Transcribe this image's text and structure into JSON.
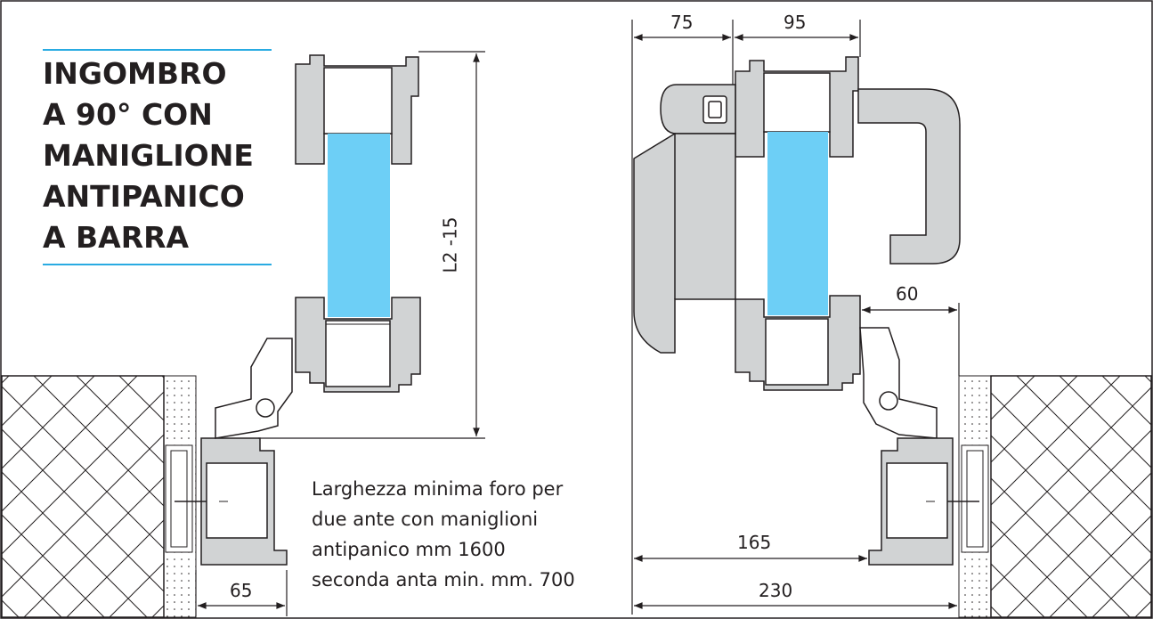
{
  "title": {
    "lines": [
      "INGOMBRO",
      "A 90° CON",
      "MANIGLIONE",
      "ANTIPANICO",
      "A BARRA"
    ]
  },
  "note": {
    "lines": [
      "Larghezza minima foro per",
      "due ante con maniglioni",
      "antipanico mm 1600",
      "seconda anta min. mm. 700"
    ]
  },
  "dimensions": {
    "d75": "75",
    "d95": "95",
    "d60": "60",
    "d165": "165",
    "d230": "230",
    "d65": "65",
    "dL2": "L2 -15"
  },
  "colors": {
    "glass": "#6dcff6",
    "profile": "#d1d3d4",
    "accent_line": "#29abe2",
    "stroke": "#231f20"
  }
}
